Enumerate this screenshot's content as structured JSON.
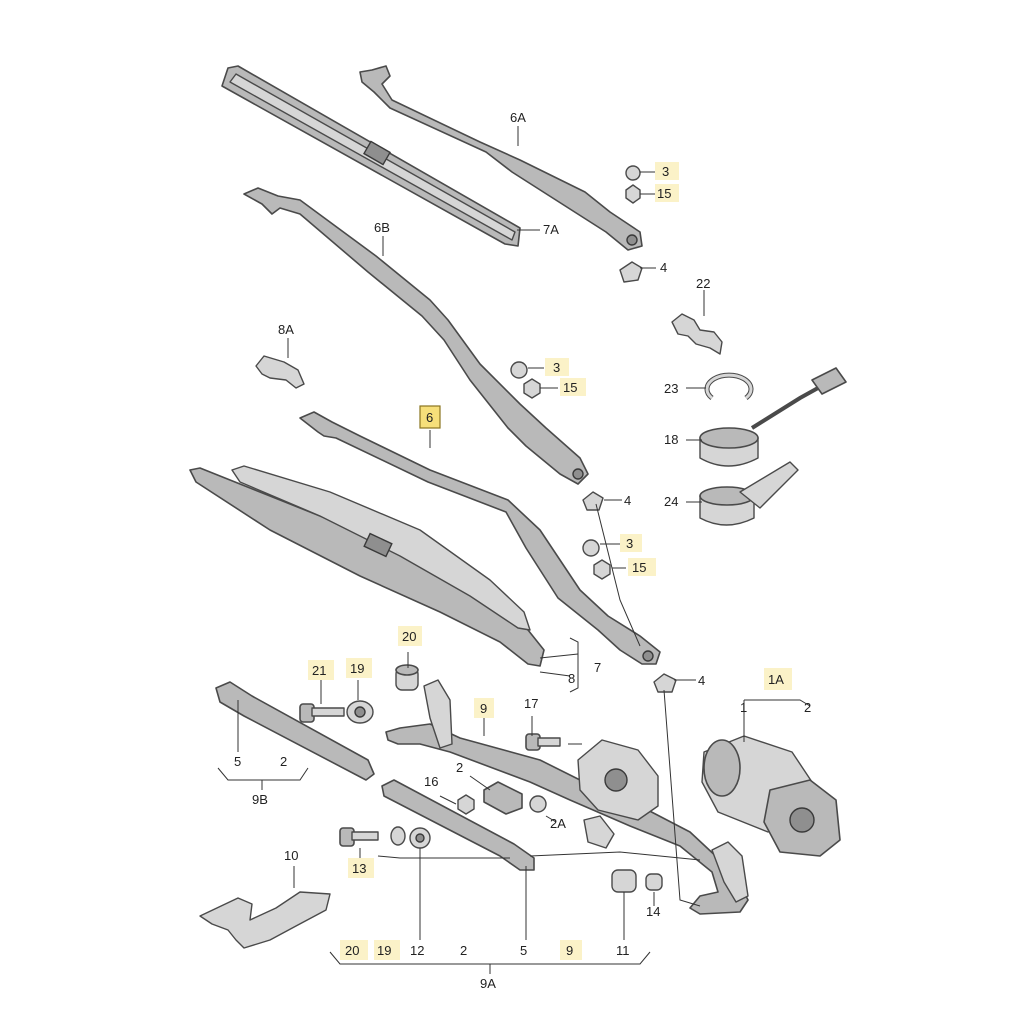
{
  "labels": {
    "l_6A": "6A",
    "l_3a": "3",
    "l_15a": "15",
    "l_7A": "7A",
    "l_4a": "4",
    "l_6B": "6B",
    "l_22": "22",
    "l_8A": "8A",
    "l_3b": "3",
    "l_15b": "15",
    "l_23": "23",
    "l_6": "6",
    "l_18": "18",
    "l_4b": "4",
    "l_24": "24",
    "l_3c": "3",
    "l_15c": "15",
    "l_20": "20",
    "l_7": "7",
    "l_8": "8",
    "l_4c": "4",
    "l_1A": "1A",
    "l_21": "21",
    "l_19": "19",
    "l_9": "9",
    "l_17": "17",
    "l_1": "1",
    "l_2a": "2",
    "l_5a": "5",
    "l_2b": "2",
    "l_9B": "9B",
    "l_2c": "2",
    "l_16": "16",
    "l_2A": "2A",
    "l_10": "10",
    "l_13": "13",
    "l_14": "14",
    "l_20b": "20",
    "l_19b": "19",
    "l_12": "12",
    "l_2d": "2",
    "l_5b": "5",
    "l_9b": "9",
    "l_11": "11",
    "l_9A": "9A"
  },
  "colors": {
    "label_highlight": "#fbf2c8",
    "selected_highlight": "#f6df7a",
    "part_fill": "#b9b9b9",
    "outline": "#4a4a4a"
  },
  "selected_part": "6"
}
